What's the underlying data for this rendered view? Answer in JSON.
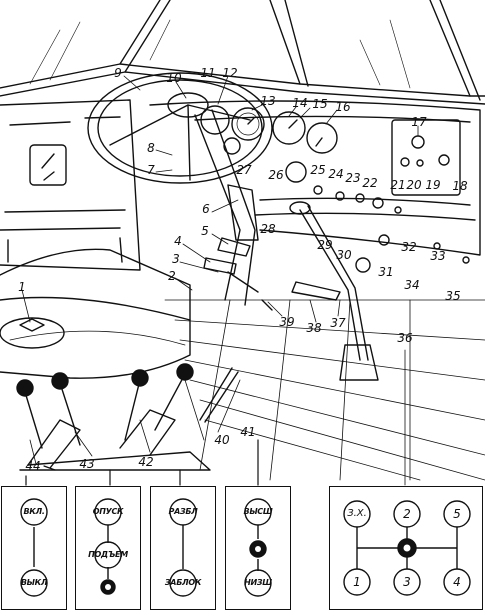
{
  "callouts": [
    "1",
    "2",
    "3",
    "4",
    "5",
    "6",
    "7",
    "8",
    "9",
    "10",
    "11",
    "12",
    "13",
    "14",
    "15",
    "16",
    "17",
    "18",
    "19",
    "20",
    "21",
    "22",
    "23",
    "24",
    "25",
    "26",
    "27",
    "28",
    "29",
    "30",
    "31",
    "32",
    "33",
    "34",
    "35",
    "36",
    "37",
    "38",
    "39",
    "40",
    "41",
    "42",
    "43",
    "44"
  ],
  "panels": {
    "p44": {
      "top": "ВКЛ.",
      "bottom": "ВЫКЛ"
    },
    "p43": {
      "top": "ОПУСК",
      "middle": "ПОДЪЕМ"
    },
    "p42": {
      "top": "РАЗБЛ",
      "bottom": "ЗАБЛОК"
    },
    "p41": {
      "top": "ВЫСШ",
      "bottom": "НИЗШ"
    },
    "gearbox": {
      "g1": "З.Х.",
      "g2": "2",
      "g3": "5",
      "g4": "1",
      "g5": "3",
      "g6": "4"
    }
  },
  "colors": {
    "ink": "#111111",
    "paper": "#ffffff"
  }
}
